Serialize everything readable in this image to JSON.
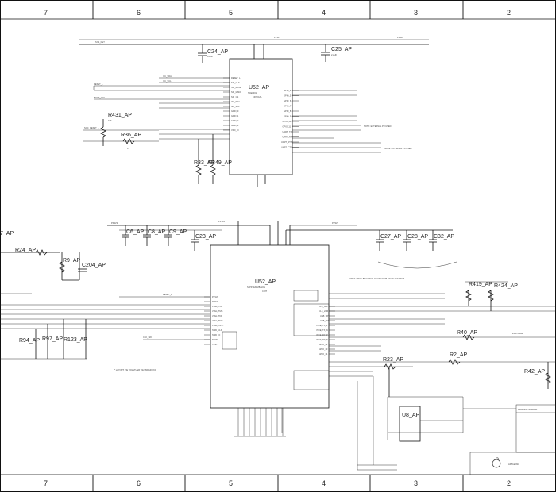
{
  "zones": [
    "7",
    "6",
    "5",
    "4",
    "3",
    "2"
  ],
  "u52_top": {
    "ref": "U52_AP",
    "part": "SCE0001",
    "pins_left": [
      "RESET_L",
      "SPI_CLK",
      "SPI_MOSI",
      "SPI_MISO",
      "SPI_CS",
      "I2C_SDA",
      "I2C_SCL",
      "GPIO_0",
      "GPIO_1",
      "GPIO_2",
      "GPIO_3",
      "VDD_IO"
    ],
    "pins_right": [
      "GPIO_4",
      "GPIO_5",
      "GPIO_6",
      "GPIO_7",
      "GPIO_8",
      "GPIO_9",
      "GPIO_10",
      "GPIO_11",
      "UART_TX",
      "UART_RX",
      "UART_RTS",
      "UART_CTS"
    ]
  },
  "u52_bottom": {
    "ref": "U52_AP",
    "part": "S2PP-S2RMB-SON",
    "pins_left": [
      "PP1V8",
      "PP3V3",
      "JTAG_TCK",
      "JTAG_TMS",
      "JTAG_TDI",
      "JTAG_TDO",
      "JTAG_TRST",
      "SWD_CLK",
      "SWD_IO",
      "TEST0",
      "TEST1"
    ],
    "pins_right": [
      "CLK_32K",
      "CLK_24M",
      "USB_DP",
      "USB_DN",
      "PCIE_TX_P",
      "PCIE_TX_N",
      "PCIE_RX_P",
      "PCIE_RX_N",
      "GPIO_12",
      "GPIO_13",
      "GPIO_14"
    ]
  },
  "u8": {
    "ref": "U8_AP"
  },
  "capacitors": [
    "C24_AP",
    "C25_AP",
    "C6_AP",
    "C8_AP",
    "C9_AP",
    "C23_AP",
    "C27_AP",
    "C28_AP",
    "C32_AP",
    "C204_AP"
  ],
  "resistors": [
    "R431_AP",
    "R36_AP",
    "R33_AP",
    "R349_AP",
    "R24_AP",
    "R9_AP",
    "R94_AP",
    "R97_AP",
    "R123_AP",
    "R419_AP",
    "R424_AP",
    "R40_AP",
    "R2_AP",
    "R42_AP",
    "R23_AP"
  ],
  "notes": {
    "layout": "** LAYOUT: TIE TOGETHER TIE UNDER PKG",
    "place": "VDDA: MAKE BIGGER IN ON DECOUPL ON PLACEMENT",
    "ext_a": "NOTE: EXTERNAL PU USED",
    "ext_b": "NOTE: EXTERNAL PU USED"
  },
  "net_labels": [
    "PP3V3",
    "PP1V8",
    "RESET_L",
    "SYS_DET",
    "BOOT_CFG",
    "CLK_32K",
    "SOC_RESET_L",
    "I2C_SDA",
    "I2C_SCL"
  ],
  "title_block": {
    "company": "APPLE INC.",
    "doc": "DRAWING NUMBER"
  }
}
